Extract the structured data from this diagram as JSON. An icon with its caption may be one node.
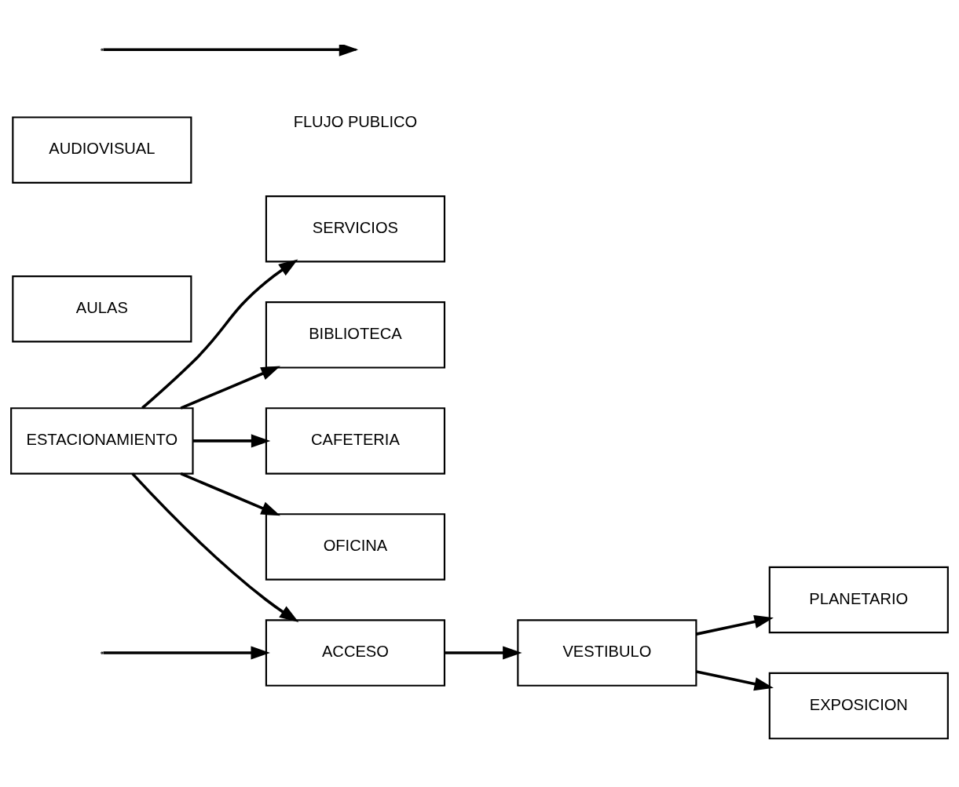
{
  "diagram": {
    "nodes": [
      {
        "text": [
          "SERVICIOS"
        ]
      },
      {
        "text": [
          "BIBLIOTECA"
        ]
      },
      {
        "text": [
          "CAFETERIA"
        ]
      },
      {
        "text": [
          "OFICINA"
        ]
      },
      {
        "text": [
          "ESTACIONAMIENTO"
        ]
      },
      {
        "text": [
          "PLANETARIO"
        ]
      },
      {
        "text": [
          "VESTIBULO"
        ]
      },
      {
        "text": [
          "ACCESO"
        ]
      },
      {
        "text": [
          "AULAS"
        ]
      },
      {
        "text": [
          "EXPOSICION"
        ]
      },
      {
        "text": [
          "AUDIOVISUAL"
        ]
      }
    ],
    "edges": [
      {
        "from": null,
        "to": 7,
        "arrow": "to"
      },
      {
        "from": 4,
        "to": 7,
        "arrow": "to"
      },
      {
        "from": 4,
        "to": 0,
        "arrow": "to"
      },
      {
        "from": 4,
        "to": 1,
        "arrow": "to"
      },
      {
        "from": 4,
        "to": 2,
        "arrow": "to"
      },
      {
        "from": 4,
        "to": 3,
        "arrow": "to"
      },
      {
        "from": 7,
        "to": 6,
        "arrow": "to"
      },
      {
        "from": 6,
        "to": 5,
        "arrow": "to"
      },
      {
        "from": 6,
        "to": 9,
        "arrow": "to"
      }
    ],
    "legend": [
      {
        "text": "FLUJO PUBLICO"
      }
    ]
  }
}
